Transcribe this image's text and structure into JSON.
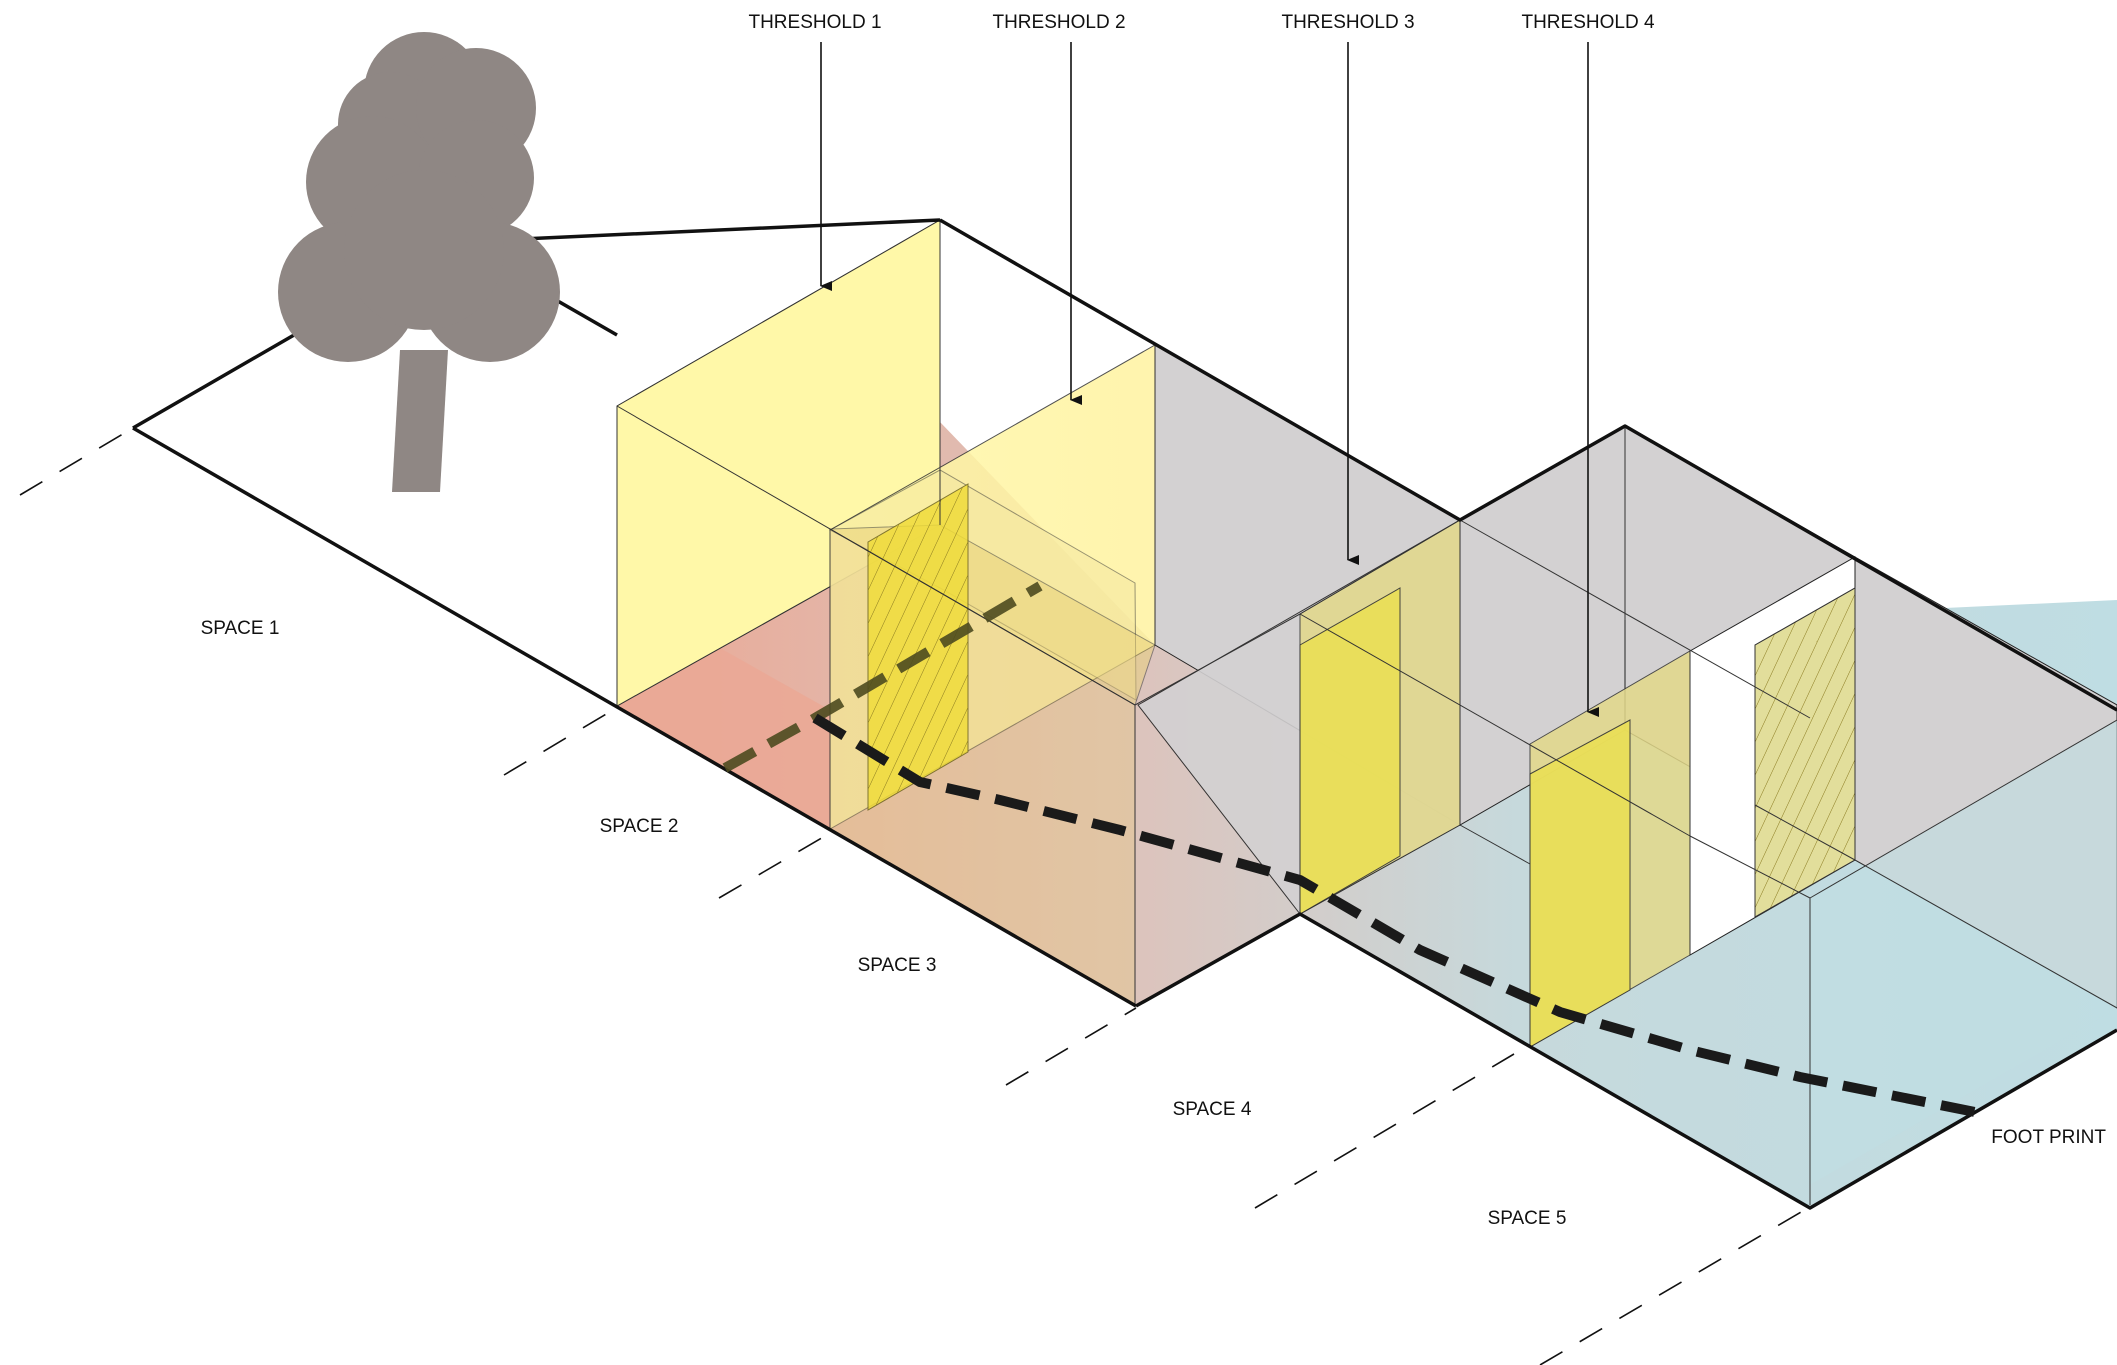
{
  "thresholds": [
    {
      "label": "THRESHOLD 1"
    },
    {
      "label": "THRESHOLD 2"
    },
    {
      "label": "THRESHOLD 3"
    },
    {
      "label": "THRESHOLD 4"
    }
  ],
  "spaces": [
    {
      "label": "SPACE 1"
    },
    {
      "label": "SPACE 2"
    },
    {
      "label": "SPACE 3"
    },
    {
      "label": "SPACE 4"
    },
    {
      "label": "SPACE 5"
    }
  ],
  "footprint_label": "FOOT PRINT",
  "colors": {
    "tree": "#8f8784",
    "wall_yellow": "#fff8a8",
    "panel_yellow": "#eadf55",
    "wall_grey": "#d3d1d2",
    "floor_red": "#eaa996",
    "floor_blue": "#bfdde3",
    "path": "#1a1a1a"
  },
  "icons": {
    "tree": "tree-icon"
  }
}
